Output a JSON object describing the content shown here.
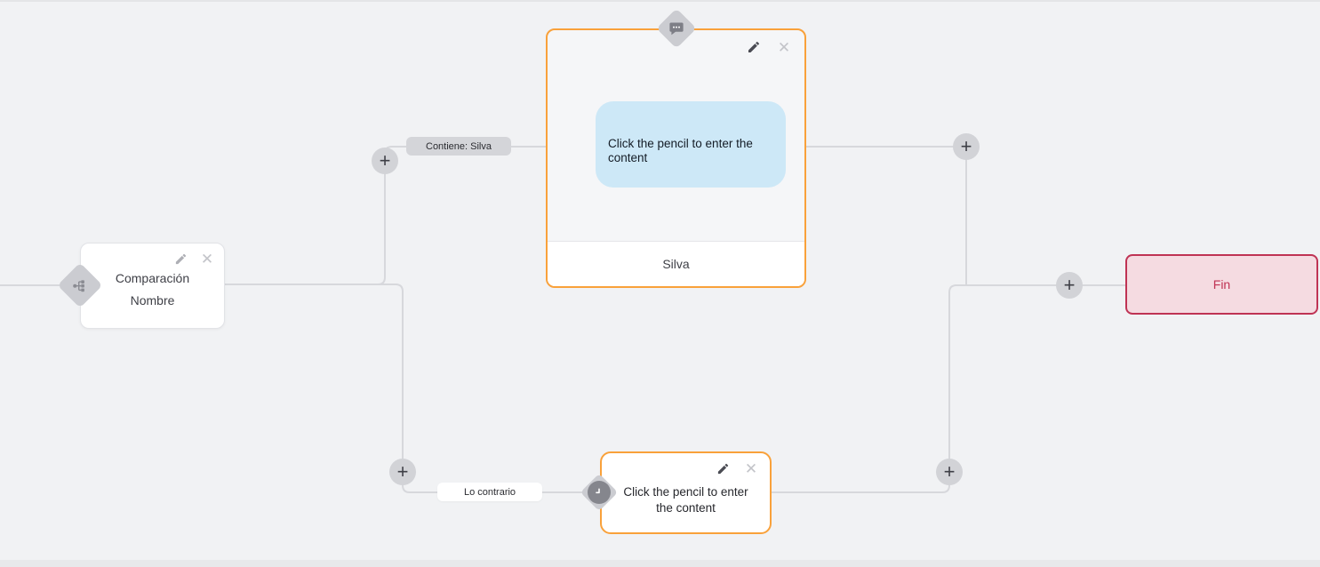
{
  "controls": {
    "add_label": "+",
    "close_label": "✕"
  },
  "flow": {
    "condition_node": {
      "line1": "Comparación",
      "line2": "Nombre"
    },
    "message_node": {
      "content_placeholder": "Click the pencil to enter the content",
      "footer_label": "Silva"
    },
    "wait_node": {
      "content_placeholder": "Click the pencil to enter the content"
    },
    "end_node": {
      "label": "Fin"
    },
    "edge_labels": {
      "contains": "Contiene: Silva",
      "otherwise": "Lo contrario"
    }
  },
  "colors": {
    "background": "#f1f2f4",
    "connector": "#d7d8dc",
    "accent_orange": "#f9a13a",
    "bubble_blue": "#cde8f7",
    "end_border": "#bf3354",
    "end_background": "#f5dbe1"
  }
}
